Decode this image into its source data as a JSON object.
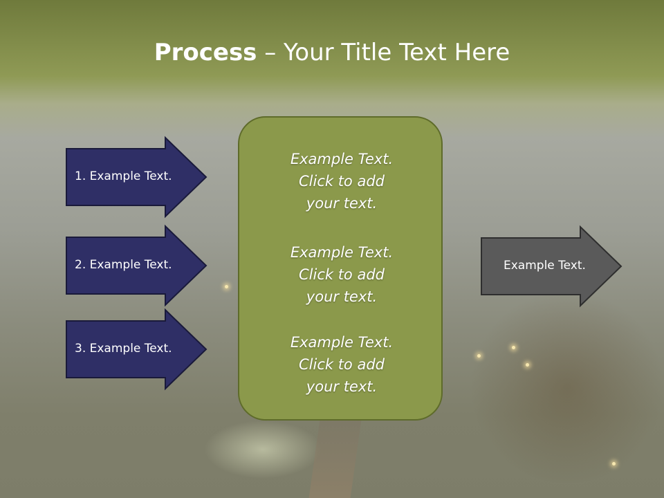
{
  "title": {
    "bold": "Process",
    "rest": " – Your Title Text Here"
  },
  "left_arrows": [
    {
      "label": "1. Example Text."
    },
    {
      "label": "2. Example Text."
    },
    {
      "label": "3. Example Text."
    }
  ],
  "center_box": {
    "paragraphs": [
      {
        "lines": [
          "Example Text.",
          "Click  to add",
          "your text."
        ]
      },
      {
        "lines": [
          "Example Text.",
          "Click  to add",
          "your text."
        ]
      },
      {
        "lines": [
          "Example Text.",
          "Click  to add",
          "your text."
        ]
      }
    ]
  },
  "right_arrow": {
    "label": "Example Text."
  },
  "colors": {
    "left_arrow_fill": "#2f2f66",
    "center_box_fill": "#8b994b",
    "right_arrow_fill": "#5a5a5a",
    "header_band": "#6f7a3c"
  }
}
